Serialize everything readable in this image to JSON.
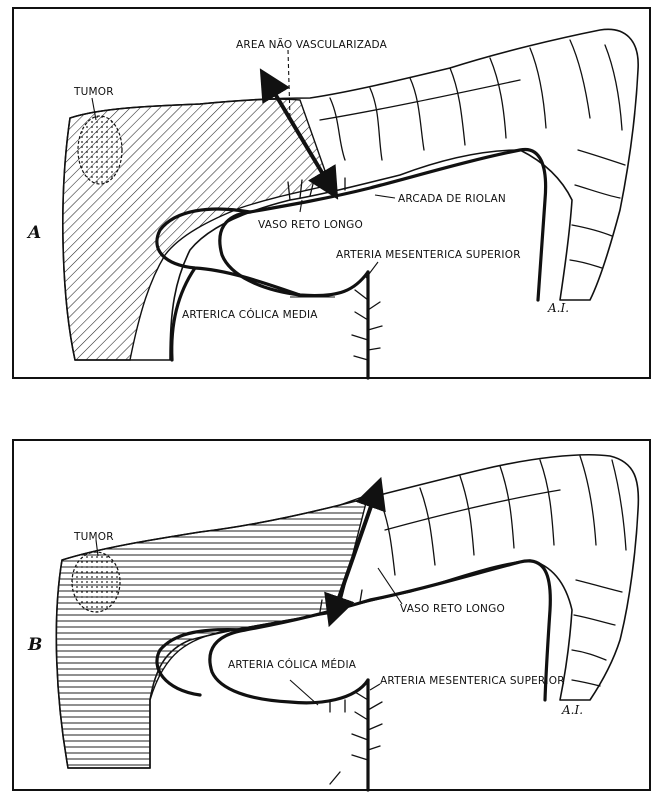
{
  "panel_a": {
    "letter": "A",
    "tumor": "TUMOR",
    "area": "AREA NÃO VASCULARIZADA",
    "vaso": "VASO RETO LONGO",
    "arcada": "ARCADA DE RIOLAN",
    "mesenterica": "ARTERIA MESENTERICA SUPERIOR",
    "colica": "ARTERICA CÓLICA MEDIA",
    "signature": "A.I."
  },
  "panel_b": {
    "letter": "B",
    "tumor": "TUMOR",
    "vaso": "VASO RETO LONGO",
    "colica": "ARTERIA CÓLICA MÉDIA",
    "mesenterica": "ARTERIA MESENTERICA SUPERIOR",
    "signature": "A.I."
  }
}
